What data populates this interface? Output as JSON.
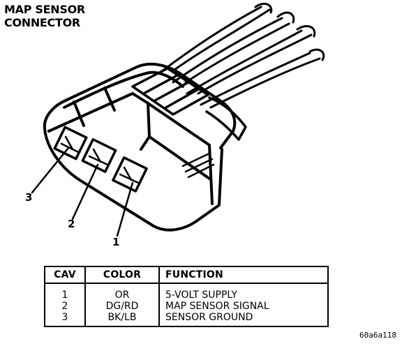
{
  "title": {
    "line1": "MAP SENSOR",
    "line2": "CONNECTOR"
  },
  "callouts": [
    "1",
    "2",
    "3"
  ],
  "table": {
    "headers": [
      "CAV",
      "COLOR",
      "FUNCTION"
    ],
    "rows": [
      {
        "cav": "1",
        "color": "OR",
        "function": "5-VOLT SUPPLY"
      },
      {
        "cav": "2",
        "color": "DG/RD",
        "function": "MAP SENSOR SIGNAL"
      },
      {
        "cav": "3",
        "color": "BK/LB",
        "function": "SENSOR GROUND"
      }
    ]
  },
  "reference_code": "60a6a118"
}
